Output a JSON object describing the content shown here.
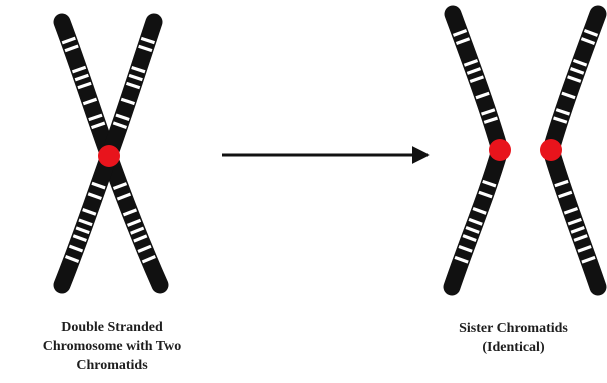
{
  "left_caption": {
    "line1": "Double Stranded",
    "line2": "Chromosome with Two",
    "line3": "Chromatids"
  },
  "right_caption": {
    "line1": "Sister Chromatids",
    "line2": "(Identical)"
  },
  "colors": {
    "chromatid": "#111111",
    "band": "#ffffff",
    "centromere": "#e8141c",
    "arrow": "#111111",
    "text": "#1e1e1e"
  }
}
